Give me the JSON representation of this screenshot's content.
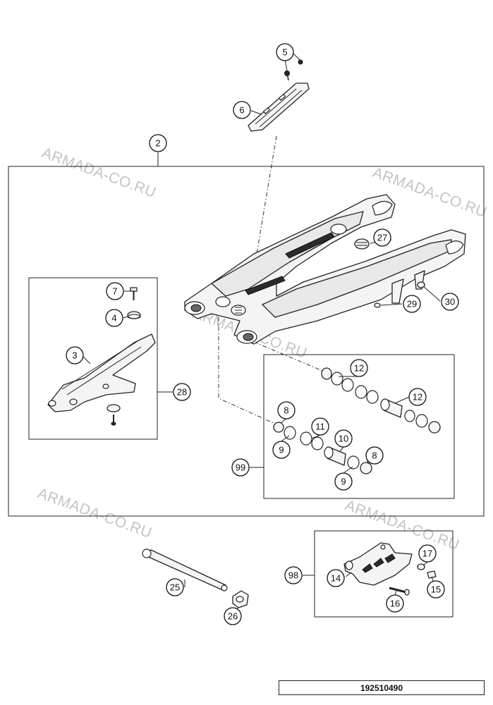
{
  "watermark": "ARMADA-CO.RU",
  "drawing_number": "192510490",
  "callouts": {
    "c2": "2",
    "c3": "3",
    "c4": "4",
    "c5": "5",
    "c6": "6",
    "c7": "7",
    "c8a": "8",
    "c8b": "8",
    "c9a": "9",
    "c9b": "9",
    "c10": "10",
    "c11": "11",
    "c12a": "12",
    "c12b": "12",
    "c14": "14",
    "c15": "15",
    "c16": "16",
    "c17": "17",
    "c25": "25",
    "c26": "26",
    "c27": "27",
    "c28": "28",
    "c29": "29",
    "c30": "30",
    "c98": "98",
    "c99": "99"
  },
  "colors": {
    "line": "#222222",
    "watermark": "#c4c4c4"
  }
}
